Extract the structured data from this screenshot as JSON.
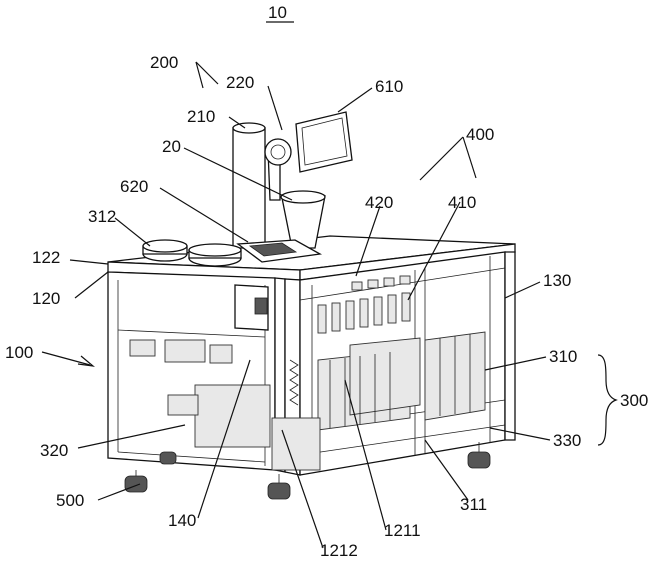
{
  "figure": {
    "ref": "10",
    "labels": {
      "l200": "200",
      "l220": "220",
      "l610": "610",
      "l210": "210",
      "l400": "400",
      "l20": "20",
      "l620": "620",
      "l420": "420",
      "l410": "410",
      "l312": "312",
      "l122": "122",
      "l130": "130",
      "l120": "120",
      "l100": "100",
      "l310": "310",
      "l300": "300",
      "l320": "320",
      "l330": "330",
      "l500": "500",
      "l311": "311",
      "l140": "140",
      "l1211": "1211",
      "l1212": "1212"
    }
  }
}
